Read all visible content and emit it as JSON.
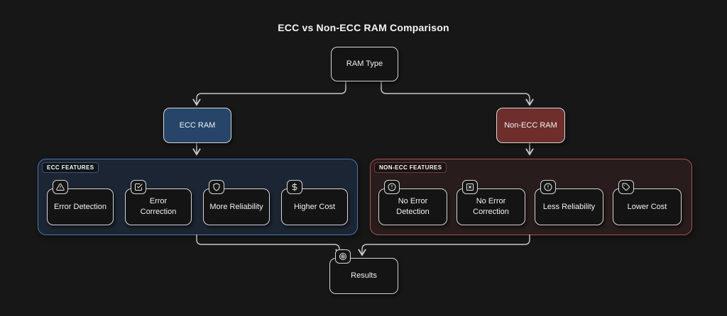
{
  "title": "ECC vs Non-ECC RAM Comparison",
  "nodes": {
    "ram_type": {
      "label": "RAM Type"
    },
    "ecc_ram": {
      "label": "ECC RAM"
    },
    "non_ecc_ram": {
      "label": "Non-ECC RAM"
    },
    "results": {
      "label": "Results",
      "icon": "target-icon"
    }
  },
  "ecc_features": {
    "label": "ECC FEATURES",
    "items": [
      {
        "label": "Error Detection",
        "icon": "warning-triangle-icon"
      },
      {
        "label": "Error\nCorrection",
        "icon": "check-square-icon"
      },
      {
        "label": "More Reliability",
        "icon": "shield-icon"
      },
      {
        "label": "Higher Cost",
        "icon": "dollar-icon"
      }
    ]
  },
  "non_ecc_features": {
    "label": "NON-ECC FEATURES",
    "items": [
      {
        "label": "No Error\nDetection",
        "icon": "alert-circle-icon"
      },
      {
        "label": "No Error\nCorrection",
        "icon": "x-square-icon"
      },
      {
        "label": "Less Reliability",
        "icon": "alert-circle-icon"
      },
      {
        "label": "Lower Cost",
        "icon": "tag-icon"
      }
    ]
  },
  "colors": {
    "background": "#171717",
    "node_border": "#d6d6d6",
    "ecc_node_fill": "#264569",
    "non_ecc_node_fill": "#6e2e2c",
    "ecc_container_border": "#4a77b0",
    "ecc_container_fill": "#1c2533",
    "non_ecc_container_border": "#a85550",
    "non_ecc_container_fill": "#281c1c",
    "connector": "#c9c9c9",
    "text": "#f2f2f2"
  }
}
